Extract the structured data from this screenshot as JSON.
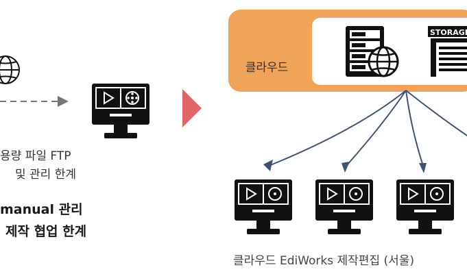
{
  "left_panel": {
    "line1": "용량 파일 FTP",
    "line2": "및 관리 한계",
    "bold1": "manual 관리",
    "bold2": "제작 협업 한계"
  },
  "cloud": {
    "label": "클라우드",
    "storage_label": "STORAGE"
  },
  "bottom": {
    "caption": "클라우드 EdiWorks 제작편집 (서울)"
  },
  "colors": {
    "cloud_orange": "#f0a45a",
    "arrow_red": "#e06464",
    "arrow_blue": "#3f5370",
    "icon_dark": "#111111"
  }
}
